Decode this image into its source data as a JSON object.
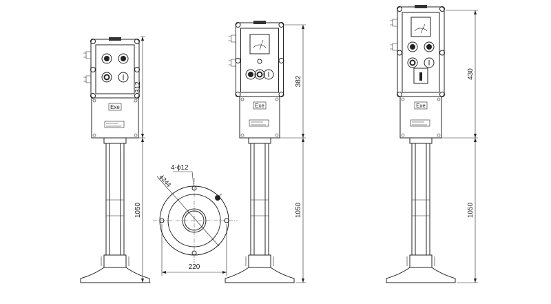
{
  "drawing": {
    "units": [
      {
        "name": "unit-small",
        "enclosure_label": "Exe",
        "box_height_dim": "312",
        "pole_height_dim": "1050",
        "buttons": [
          "pushbutton",
          "pushbutton",
          "indicator",
          "switch"
        ]
      },
      {
        "name": "unit-meter",
        "enclosure_label": "Exe",
        "box_height_dim": "382",
        "pole_height_dim": "1050",
        "buttons": [
          "meter",
          "pushbutton",
          "indicator",
          "switch"
        ]
      },
      {
        "name": "unit-large",
        "enclosure_label": "Exe",
        "box_height_dim": "430",
        "pole_height_dim": "1050",
        "buttons": [
          "meter",
          "pushbutton",
          "pushbutton",
          "indicator",
          "rotary-switch"
        ]
      }
    ],
    "base_plan": {
      "hole_callout": "4-ϕ12",
      "diameter_callout": "ϕ244",
      "hole_spacing_dim": "220"
    }
  }
}
